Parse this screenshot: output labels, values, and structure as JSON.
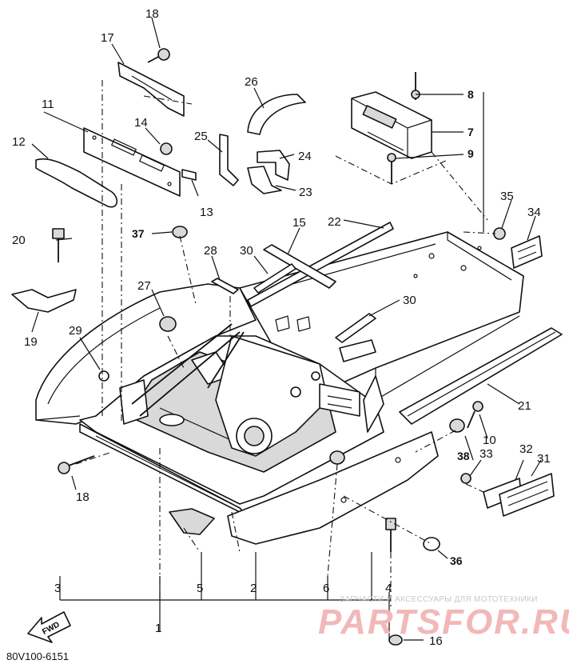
{
  "diagram": {
    "part_code": "80V100-6151",
    "front_arrow_label": "FWD",
    "watermark": {
      "tagline": "ЗАПЧАСТИ И АКСЕССУАРЫ ДЛЯ МОТОТЕХНИКИ",
      "brand": "PARTSFOR.RU"
    },
    "callouts": [
      {
        "id": "c1",
        "label": "1"
      },
      {
        "id": "c2",
        "label": "2"
      },
      {
        "id": "c3",
        "label": "3"
      },
      {
        "id": "c4",
        "label": "4"
      },
      {
        "id": "c5",
        "label": "5"
      },
      {
        "id": "c6",
        "label": "6"
      },
      {
        "id": "c7",
        "label": "7"
      },
      {
        "id": "c8",
        "label": "8"
      },
      {
        "id": "c9",
        "label": "9"
      },
      {
        "id": "c10",
        "label": "10"
      },
      {
        "id": "c11",
        "label": "11"
      },
      {
        "id": "c12",
        "label": "12"
      },
      {
        "id": "c13",
        "label": "13"
      },
      {
        "id": "c14",
        "label": "14"
      },
      {
        "id": "c15",
        "label": "15"
      },
      {
        "id": "c16",
        "label": "16"
      },
      {
        "id": "c17",
        "label": "17"
      },
      {
        "id": "c18a",
        "label": "18"
      },
      {
        "id": "c18b",
        "label": "18"
      },
      {
        "id": "c19",
        "label": "19"
      },
      {
        "id": "c20",
        "label": "20"
      },
      {
        "id": "c21",
        "label": "21"
      },
      {
        "id": "c22",
        "label": "22"
      },
      {
        "id": "c23",
        "label": "23"
      },
      {
        "id": "c24",
        "label": "24"
      },
      {
        "id": "c25",
        "label": "25"
      },
      {
        "id": "c26",
        "label": "26"
      },
      {
        "id": "c27",
        "label": "27"
      },
      {
        "id": "c28",
        "label": "28"
      },
      {
        "id": "c29",
        "label": "29"
      },
      {
        "id": "c30a",
        "label": "30"
      },
      {
        "id": "c30b",
        "label": "30"
      },
      {
        "id": "c31",
        "label": "31"
      },
      {
        "id": "c32",
        "label": "32"
      },
      {
        "id": "c33",
        "label": "33"
      },
      {
        "id": "c34",
        "label": "34"
      },
      {
        "id": "c35",
        "label": "35"
      },
      {
        "id": "c36",
        "label": "36"
      },
      {
        "id": "c37",
        "label": "37"
      },
      {
        "id": "c38",
        "label": "38"
      }
    ]
  }
}
